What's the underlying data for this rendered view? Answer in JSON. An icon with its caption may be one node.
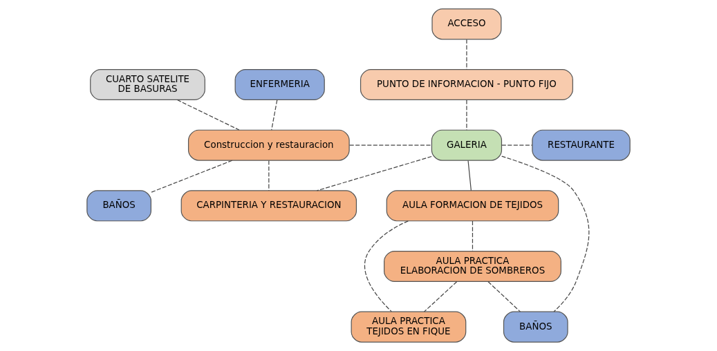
{
  "diagram": {
    "nodes": [
      {
        "text": [
          "CUARTO SATELITE DE BASURAS"
        ]
      },
      {
        "text": [
          "ENFERMERIA"
        ]
      },
      {
        "text": [
          "ACCESO"
        ]
      },
      {
        "text": [
          "PUNTO DE INFORMACION - PUNTO FIJO"
        ]
      },
      {
        "text": [
          "Construccion y restauracion"
        ]
      },
      {
        "text": [
          "GALERIA"
        ]
      },
      {
        "text": [
          "RESTAURANTE"
        ]
      },
      {
        "text": [
          "BAÑOS"
        ]
      },
      {
        "text": [
          "AULA FORMACION DE TEJIDOS"
        ]
      },
      {
        "text": [
          "AULA PRACTICA ELABORACION DE SOMBREROS"
        ]
      },
      {
        "text": [
          "CARPINTERIA Y RESTAURACION"
        ]
      },
      {
        "text": [
          "BAÑOS"
        ]
      },
      {
        "text": [
          "AULA PRACTICA TEJIDOS EN FIQUE"
        ]
      }
    ],
    "edges": [
      {
        "from": 0,
        "to": 4,
        "arrow": "none",
        "style": "dashed"
      },
      {
        "from": 1,
        "to": 4,
        "arrow": "none",
        "style": "dashed"
      },
      {
        "from": 2,
        "to": 3,
        "arrow": "none",
        "style": "dashed"
      },
      {
        "from": 3,
        "to": 5,
        "arrow": "none",
        "style": "dashed"
      },
      {
        "from": 4,
        "to": 5,
        "arrow": "none",
        "style": "dashed"
      },
      {
        "from": 5,
        "to": 6,
        "arrow": "none",
        "style": "dashed"
      },
      {
        "from": 4,
        "to": 7,
        "arrow": "none",
        "style": "dashed"
      },
      {
        "from": 5,
        "to": 8,
        "arrow": "none"
      },
      {
        "from": 5,
        "to": 11,
        "arrow": "none",
        "style": "dashed"
      },
      {
        "from": 5,
        "to": 10,
        "arrow": "none",
        "style": "dashed"
      },
      {
        "from": 4,
        "to": 10,
        "arrow": "none",
        "style": "dashed"
      },
      {
        "from": 8,
        "to": 9,
        "arrow": "none",
        "style": "dashed"
      },
      {
        "from": 8,
        "to": 12,
        "arrow": "none",
        "style": "dashed"
      },
      {
        "from": 9,
        "to": 11,
        "arrow": "none",
        "style": "dashed"
      },
      {
        "from": 9,
        "to": 12,
        "arrow": "none",
        "style": "dashed"
      }
    ]
  }
}
